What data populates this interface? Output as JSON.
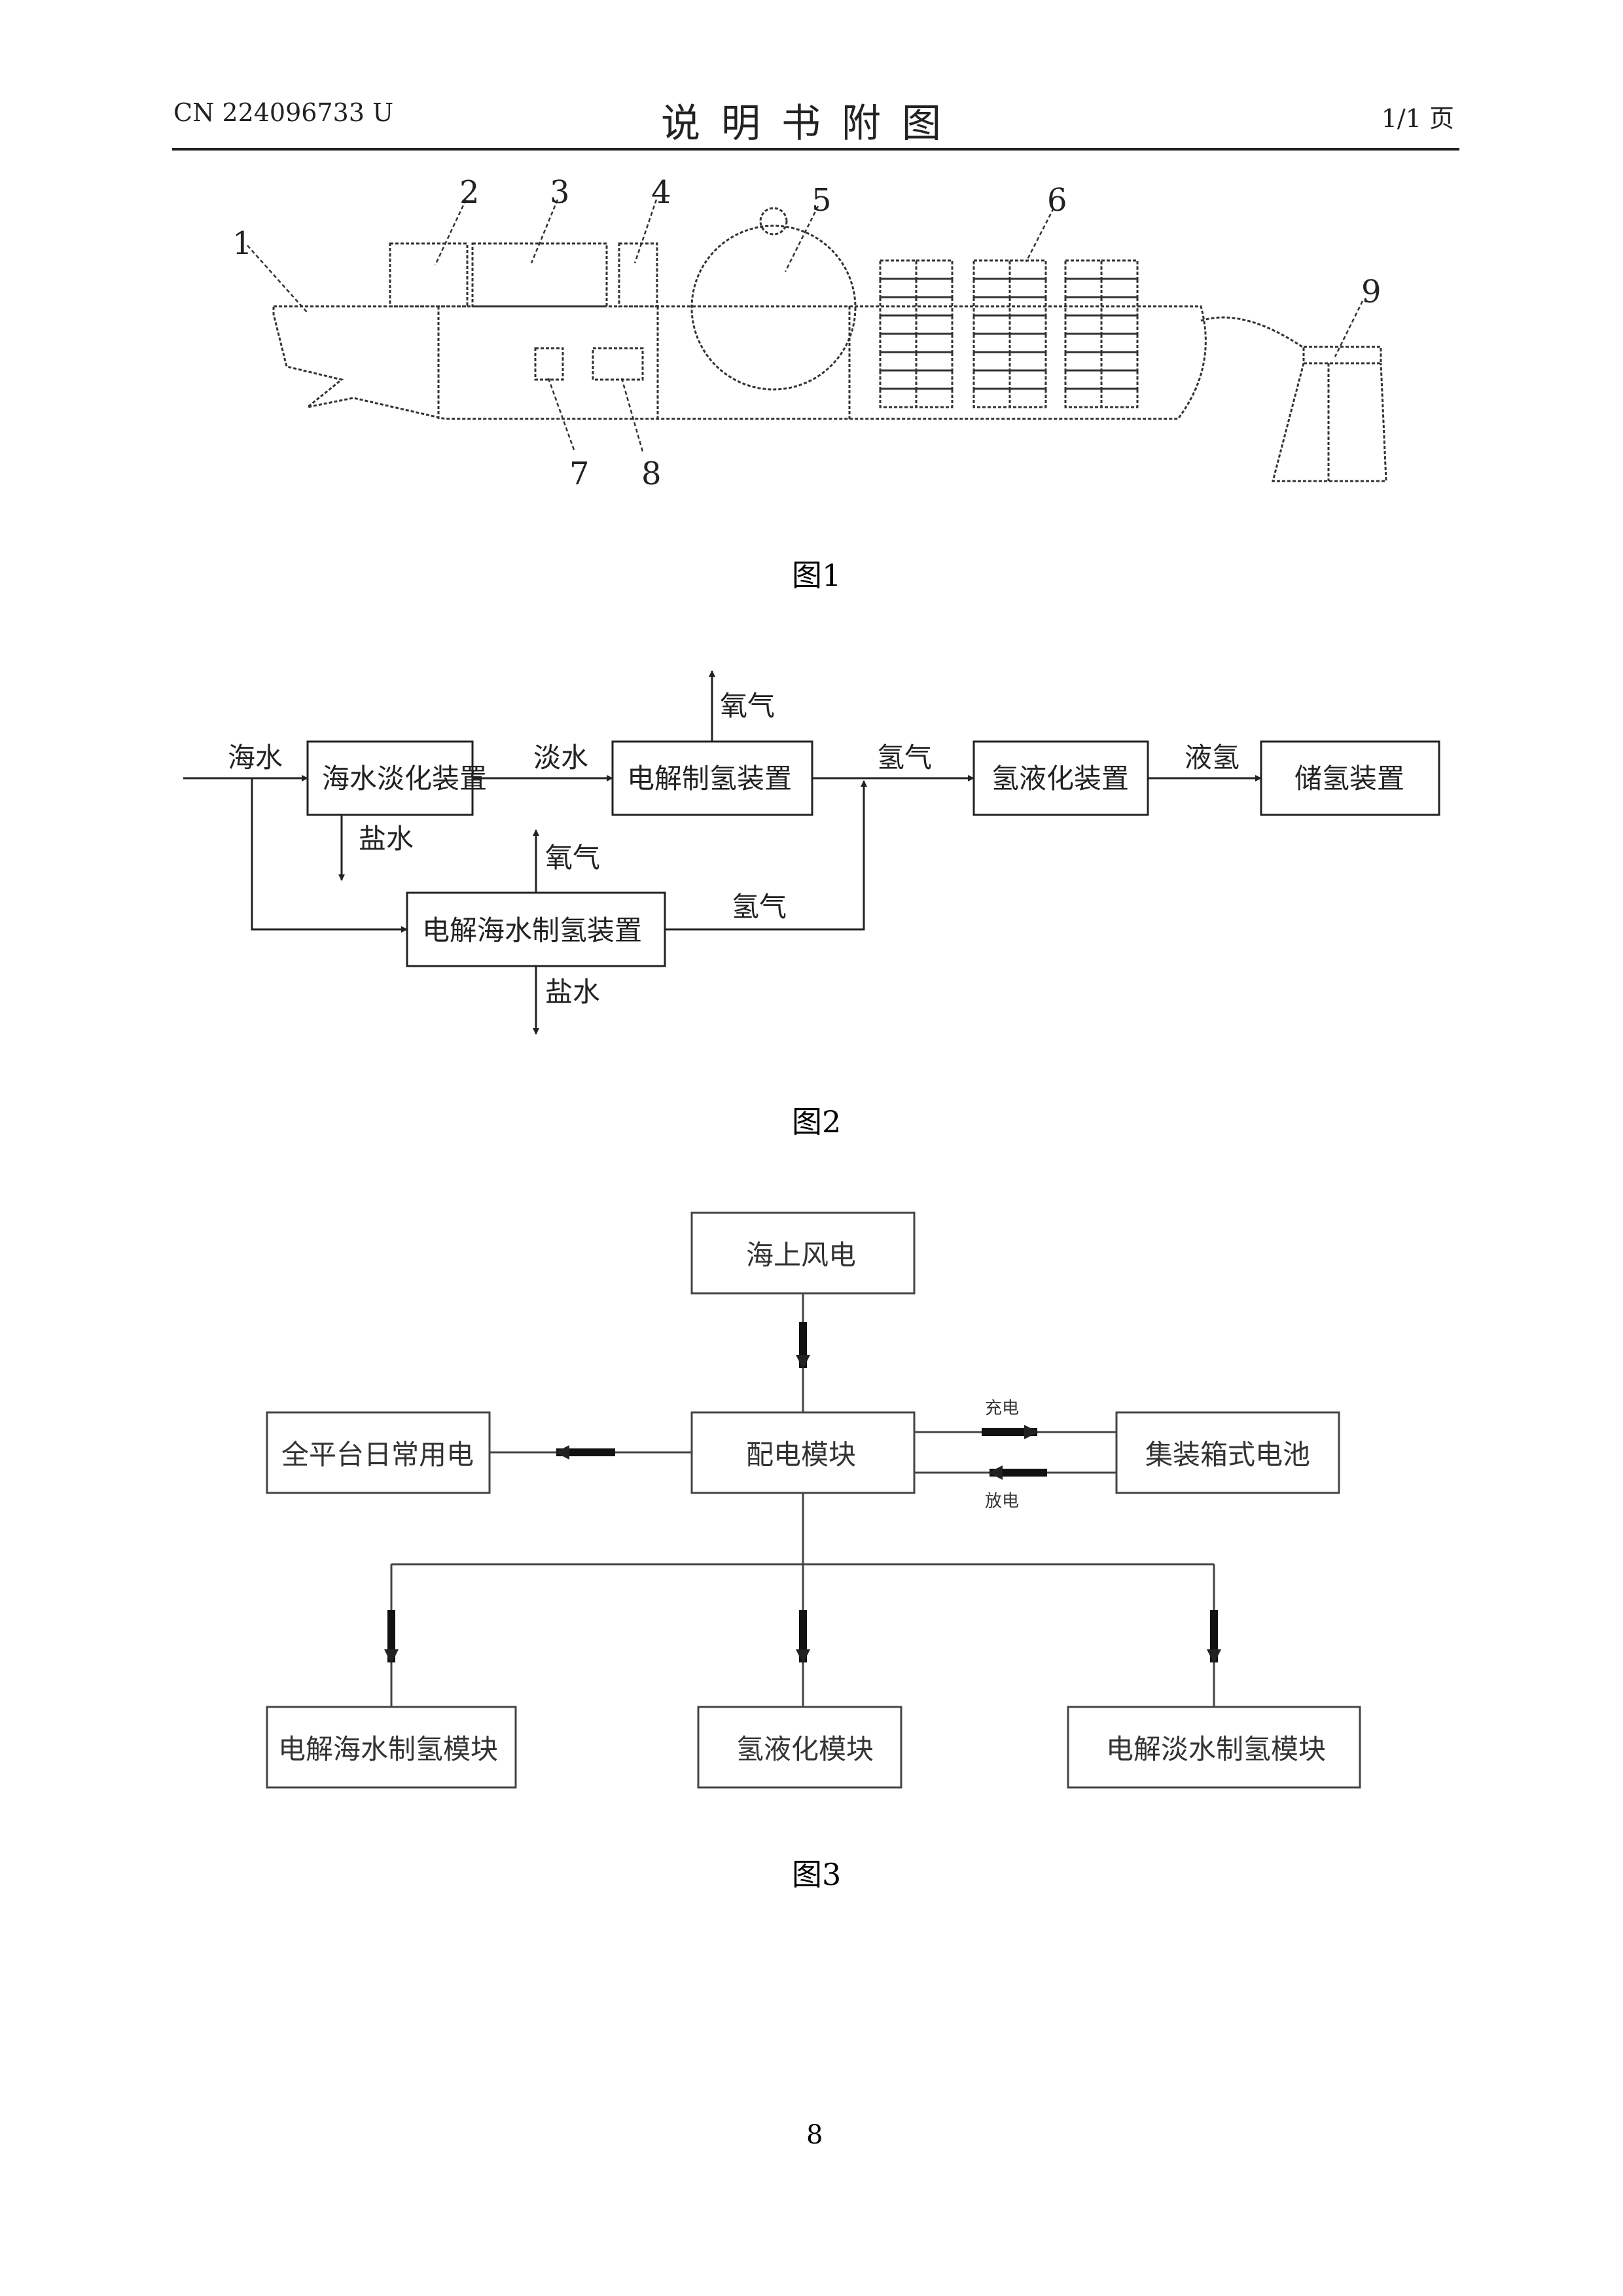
{
  "header": {
    "patent_number": "CN 224096733 U",
    "title": "说明书附图",
    "page": "1/1 页"
  },
  "fig1": {
    "caption": "图1",
    "labels": [
      "1",
      "2",
      "3",
      "4",
      "5",
      "6",
      "7",
      "8",
      "9"
    ]
  },
  "fig2": {
    "caption": "图2",
    "input": "海水",
    "desal": "海水淡化装置",
    "fresh_water": "淡水",
    "electrolysis": "电解制氢装置",
    "oxygen_top": "氧气",
    "hydrogen_main": "氢气",
    "liquefaction": "氢液化装置",
    "liquid_h2": "液氢",
    "storage": "储氢装置",
    "brine_1": "盐水",
    "oxygen_2": "氧气",
    "seawater_electrolysis": "电解海水制氢装置",
    "hydrogen_2": "氢气",
    "brine_2": "盐水"
  },
  "fig3": {
    "caption": "图3",
    "wind": "海上风电",
    "distribution": "配电模块",
    "daily_power": "全平台日常用电",
    "battery": "集装箱式电池",
    "charge": "充电",
    "discharge": "放电",
    "seawater_module": "电解海水制氢模块",
    "liquefaction_module": "氢液化模块",
    "freshwater_module": "电解淡水制氢模块"
  },
  "footer": {
    "page_number": "8"
  }
}
